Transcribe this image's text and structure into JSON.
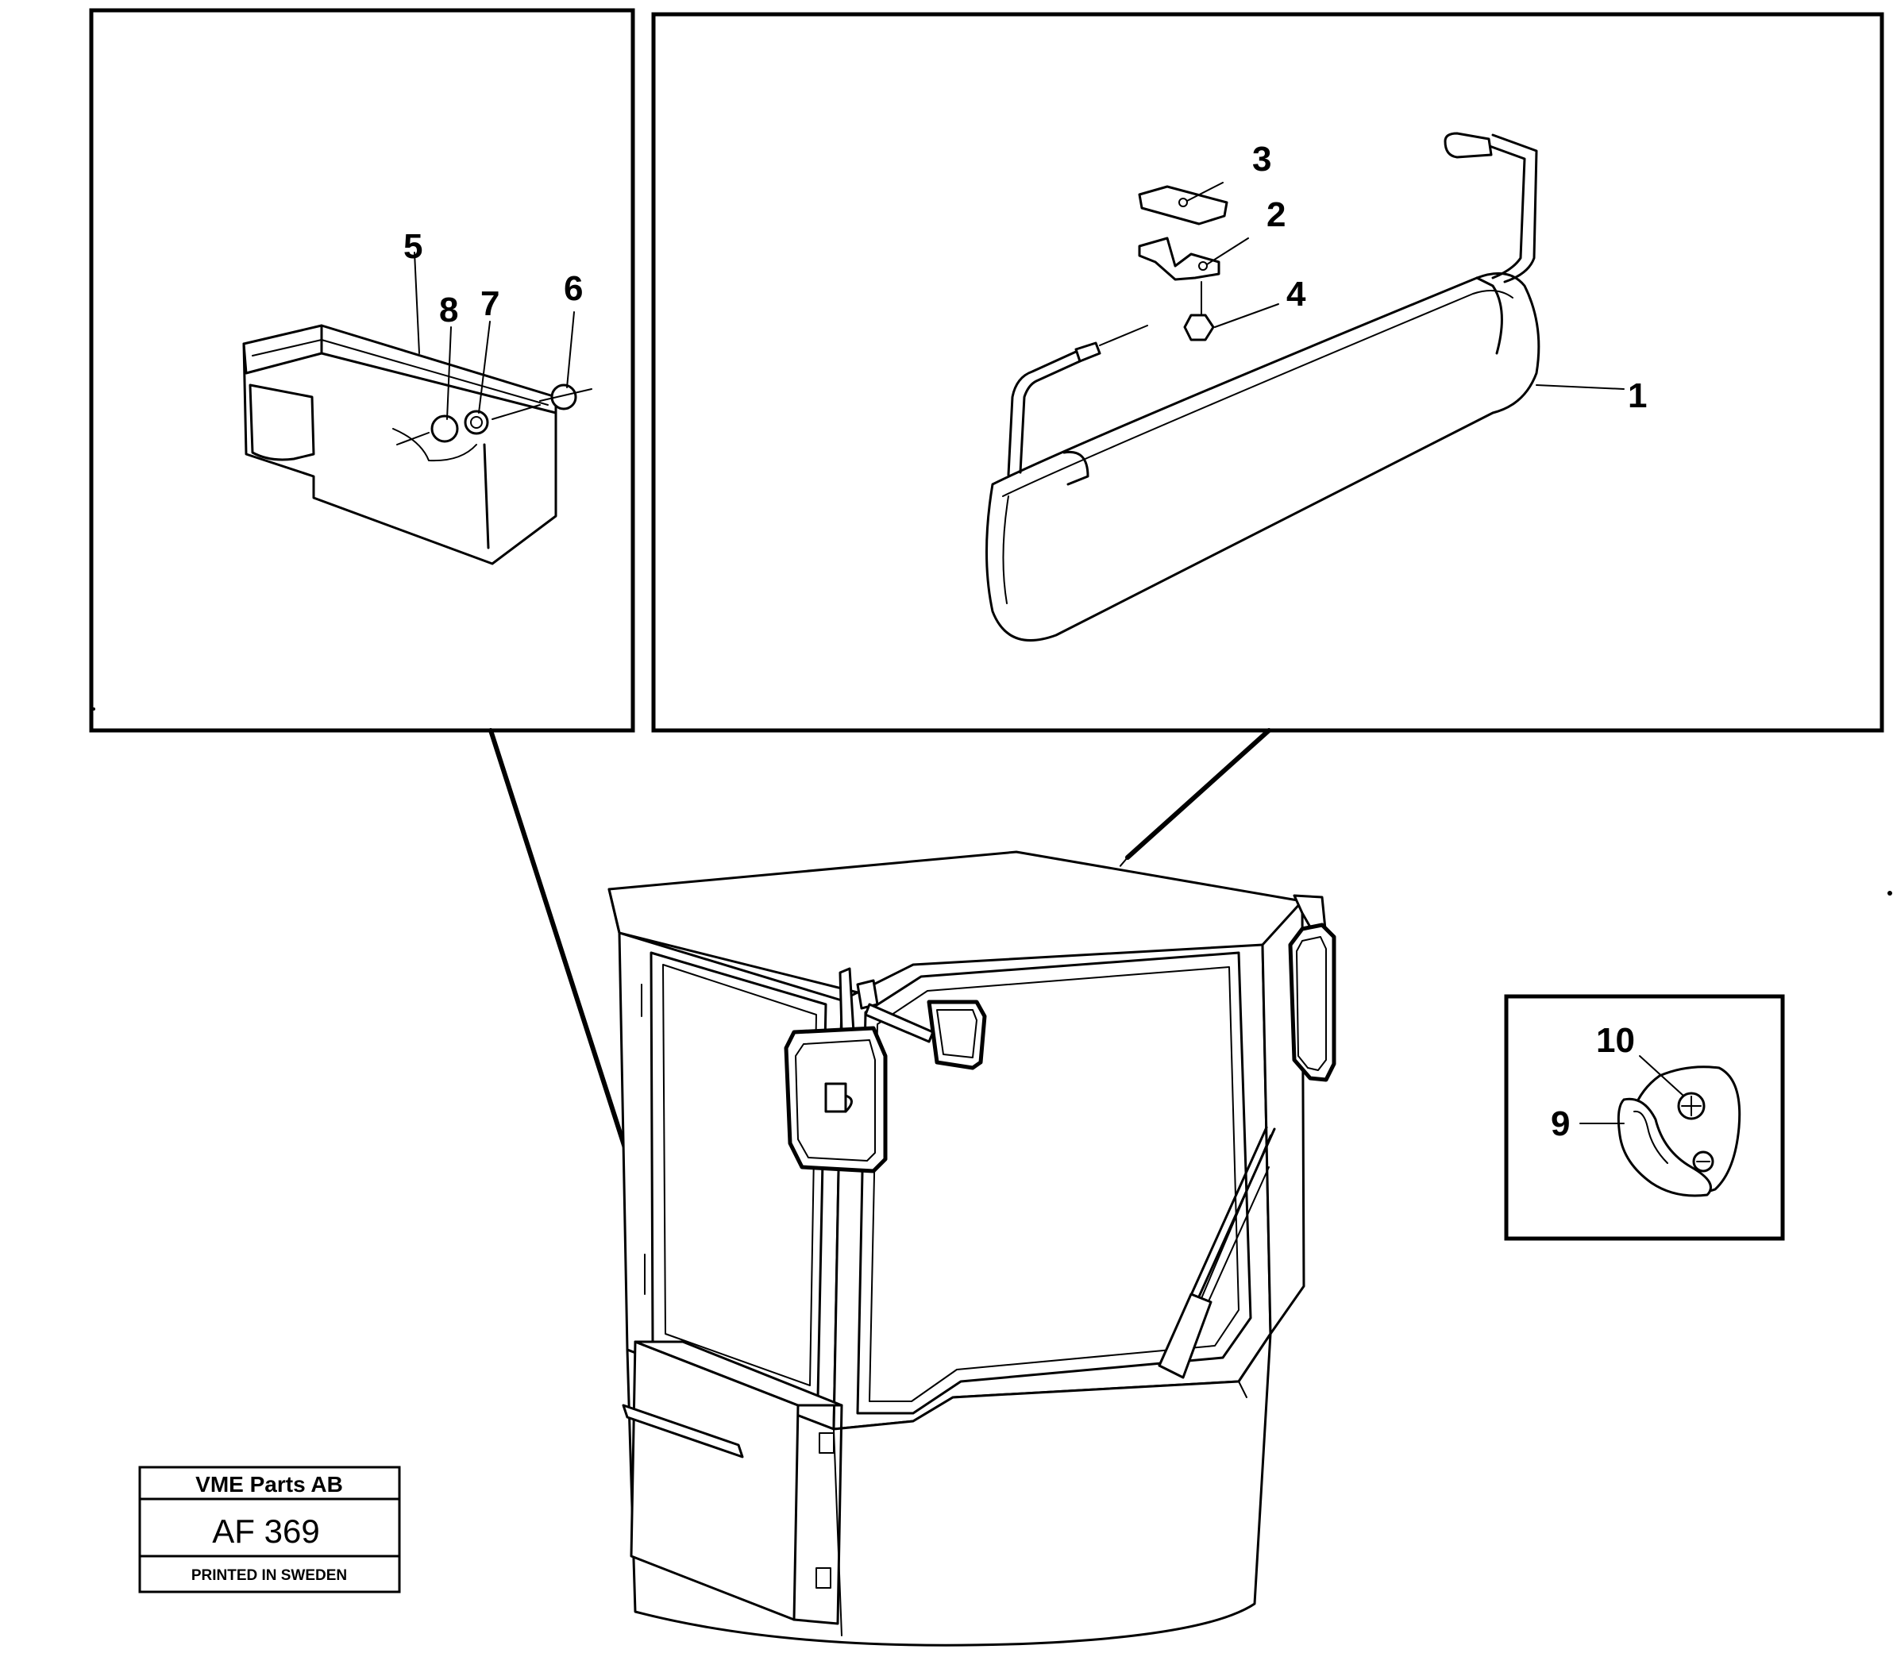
{
  "diagram": {
    "callouts": {
      "c1": "1",
      "c2": "2",
      "c3": "3",
      "c4": "4",
      "c5": "5",
      "c6": "6",
      "c7": "7",
      "c8": "8",
      "c9": "9",
      "c10": "10"
    }
  },
  "stamp": {
    "company": "VME Parts AB",
    "code": "AF 369",
    "printed": "PRINTED IN SWEDEN"
  }
}
